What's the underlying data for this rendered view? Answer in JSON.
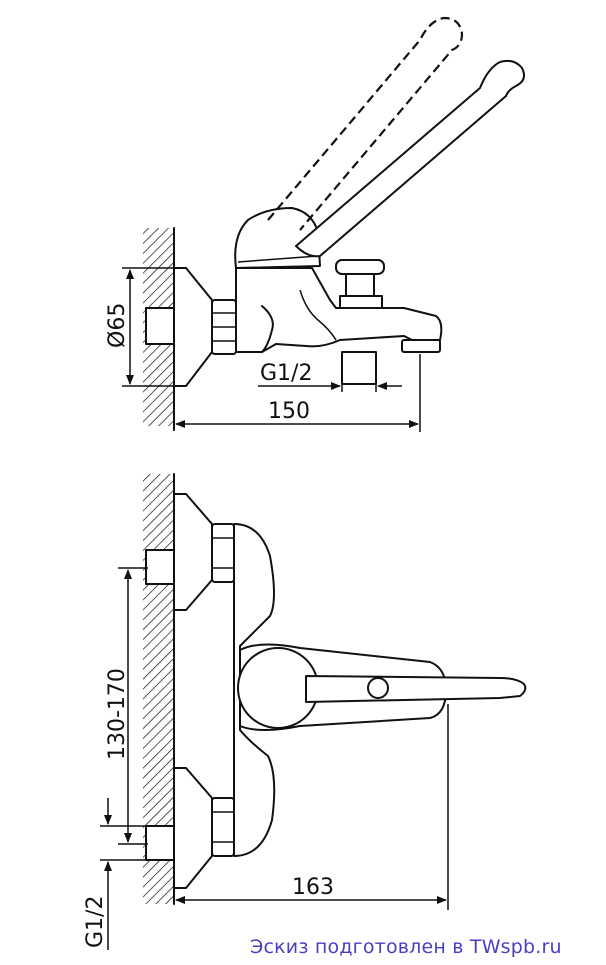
{
  "top_view": {
    "dim_diameter": "Ø65",
    "dim_thread": "G1/2",
    "dim_length": "150"
  },
  "front_view": {
    "dim_spacing": "130-170",
    "dim_length": "163",
    "dim_thread": "G1/2"
  },
  "credit": "Эскиз подготовлен в TWspb.ru",
  "colors": {
    "line": "#111111",
    "credit_text": "#4a3fbf"
  }
}
